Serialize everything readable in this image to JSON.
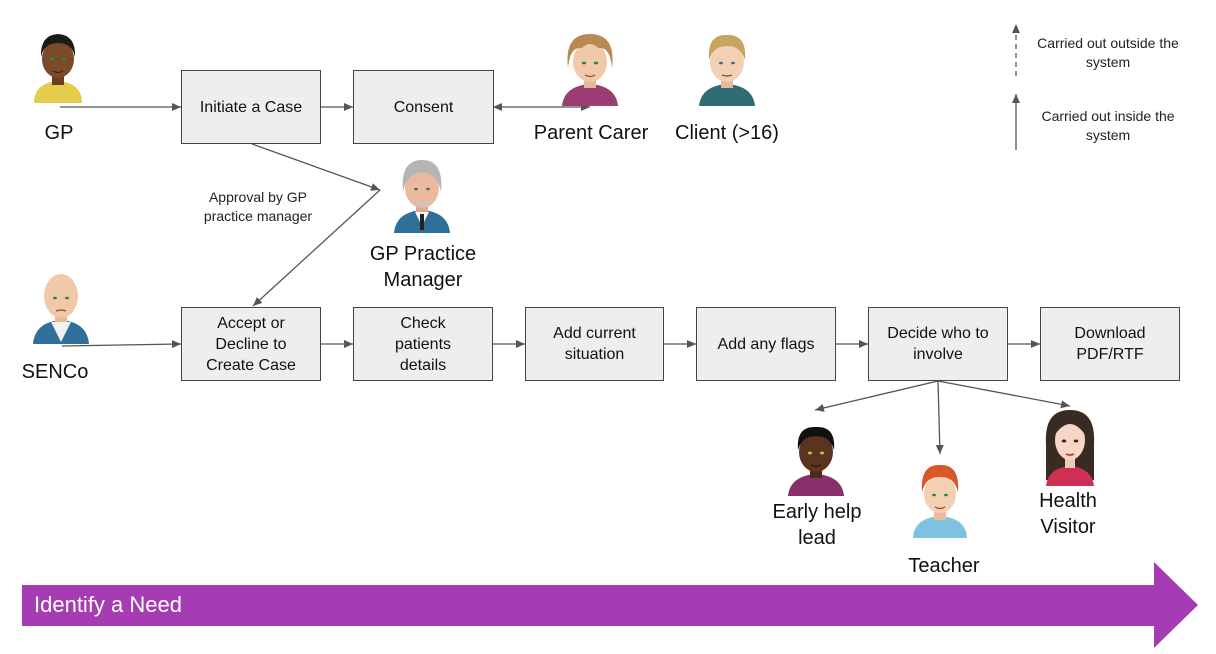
{
  "actors": {
    "gp": "GP",
    "parent_carer": "Parent Carer",
    "client": "Client (>16)",
    "gp_practice_manager": "GP Practice Manager",
    "senco": "SENCo",
    "early_help_lead": "Early help lead",
    "teacher": "Teacher",
    "health_visitor": "Health Visitor"
  },
  "steps": {
    "initiate": "Initiate a Case",
    "consent": "Consent",
    "accept_decline": "Accept or Decline to Create Case",
    "check_details": "Check patients details",
    "add_situation": "Add current situation",
    "add_flags": "Add any flags",
    "decide_involve": "Decide who to involve",
    "download": "Download PDF/RTF"
  },
  "annotations": {
    "approval": "Approval by GP practice manager"
  },
  "legend": {
    "outside": "Carried out outside the system",
    "inside": "Carried out inside the system"
  },
  "banner": "Identify a Need",
  "colors": {
    "banner": "#a63cb4",
    "box_fill": "#eeeeee",
    "arrow": "#555555"
  }
}
